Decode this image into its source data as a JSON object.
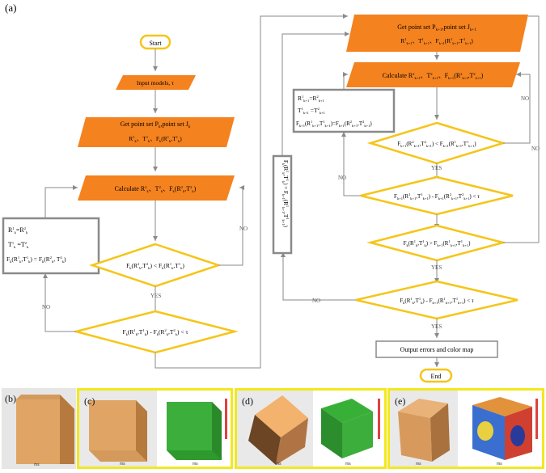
{
  "figure_label": "(a)",
  "flow": {
    "start": "Start",
    "input": "Input models, τ",
    "get_left": "Get point set P",
    "get_left_sub": "k",
    "get_left_mid": ",point set J",
    "get_left_sub2": "k",
    "get_left_line2": "R",
    "calc_left": "Calculate",
    "swap_left_1": "R",
    "cond1": "F",
    "cond2": "F",
    "yes": "YES",
    "no": "NO",
    "get_right": "Get point set P",
    "get_right_sub": "k+1",
    "get_right_mid": ",point set J",
    "get_right_sub2": "k+1",
    "calc_right": "Calculate",
    "output": "Output errors and color map",
    "end": "End"
  },
  "colors": {
    "orange": "#f4821f",
    "diamond": "#f5c518",
    "gray": "#8a8a8a",
    "highlight": "#f2e81f",
    "cube_face": "#e8a866",
    "cube_front": "#9a6332",
    "green": "#3cae3c"
  },
  "panels": [
    {
      "label": "(b)"
    },
    {
      "label": "(c)"
    },
    {
      "label": "(d)"
    },
    {
      "label": "(e)"
    }
  ]
}
